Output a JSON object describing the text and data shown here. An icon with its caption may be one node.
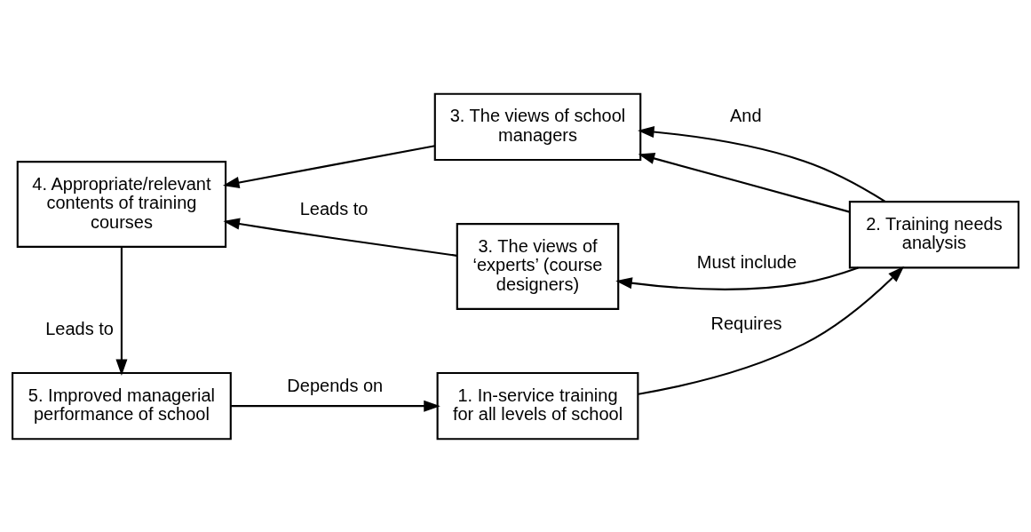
{
  "diagram": {
    "nodes": [
      {
        "text": [
          "5. Improved managerial performance of school"
        ]
      },
      {
        "text": [
          "1. In-service training for all levels of school"
        ]
      },
      {
        "text": [
          "2. Training needs analysis"
        ]
      },
      {
        "text": [
          "3. The views of ‘experts’ (course designers)"
        ]
      },
      {
        "text": [
          "3. The views of school managers"
        ]
      },
      {
        "text": [
          "4. Appropriate/relevant contents of training courses"
        ]
      }
    ],
    "edges": [
      {
        "from": 0,
        "to": 1,
        "arrow": "to",
        "label": "Depends on"
      },
      {
        "from": 1,
        "to": 2,
        "arrow": "to",
        "label": "Requires"
      },
      {
        "from": 2,
        "to": 3,
        "arrow": "to",
        "label": "Must include"
      },
      {
        "from": 2,
        "to": 4,
        "arrow": "to",
        "label": "And"
      },
      {
        "from": 2,
        "to": 4,
        "arrow": "to"
      },
      {
        "from": 3,
        "to": 5,
        "arrow": "to",
        "label": "Leads to"
      },
      {
        "from": 4,
        "to": 5,
        "arrow": "to"
      },
      {
        "from": 5,
        "to": 0,
        "arrow": "to",
        "label": "Leads to"
      }
    ]
  }
}
